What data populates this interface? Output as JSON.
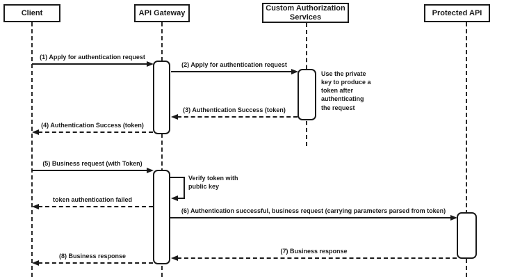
{
  "diagram": {
    "type": "sequence-diagram",
    "colors": {
      "line": "#1a1a1a",
      "background": "#ffffff",
      "box_fill": "#ffffff"
    },
    "participants": [
      {
        "label": "Client"
      },
      {
        "label": "API Gateway"
      },
      {
        "label": "Custom Authorization Services"
      },
      {
        "label": "Protected API"
      }
    ],
    "messages": [
      {
        "label": "(1) Apply for authentication request",
        "from": "Client",
        "to": "API Gateway",
        "style": "solid"
      },
      {
        "label": "(2) Apply for authentication request",
        "from": "API Gateway",
        "to": "Custom Authorization Services",
        "style": "solid"
      },
      {
        "label": "(3) Authentication Success (token)",
        "from": "Custom Authorization Services",
        "to": "API Gateway",
        "style": "dashed"
      },
      {
        "label": "(4) Authentication Success (token)",
        "from": "API Gateway",
        "to": "Client",
        "style": "dashed"
      },
      {
        "label": "(5) Business request (with Token)",
        "from": "Client",
        "to": "API Gateway",
        "style": "solid"
      },
      {
        "label": "Verify token with public key",
        "from": "API Gateway",
        "to": "API Gateway",
        "style": "self"
      },
      {
        "label": "token authentication failed",
        "from": "API Gateway",
        "to": "Client",
        "style": "dashed"
      },
      {
        "label": "(6) Authentication successful, business request (carrying parameters parsed from token)",
        "from": "API Gateway",
        "to": "Protected API",
        "style": "solid"
      },
      {
        "label": "(7) Business response",
        "from": "Protected API",
        "to": "API Gateway",
        "style": "dashed"
      },
      {
        "label": "(8) Business response",
        "from": "API Gateway",
        "to": "Client",
        "style": "dashed"
      }
    ],
    "notes": [
      {
        "text": "Use the private key to produce a token after authenticating the request",
        "attached_to": "Custom Authorization Services"
      }
    ]
  }
}
